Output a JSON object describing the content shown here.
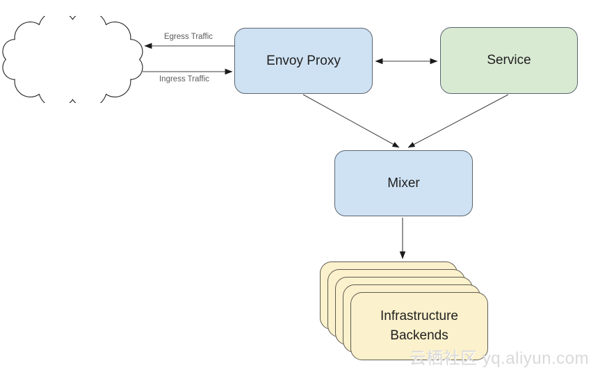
{
  "traffic": {
    "egress_label": "Egress Traffic",
    "ingress_label": "Ingress Traffic"
  },
  "nodes": {
    "envoy": {
      "label": "Envoy Proxy",
      "fill": "#cfe2f3"
    },
    "service": {
      "label": "Service",
      "fill": "#d9ead3"
    },
    "mixer": {
      "label": "Mixer",
      "fill": "#cfe2f3"
    },
    "backends": {
      "label": "Infrastructure Backends",
      "fill": "#fbf1cc",
      "stack_count": 5
    }
  },
  "icons": {
    "cloud": "internet-cloud-shape"
  },
  "watermark": {
    "text": "云栖社区 yq.aliyun.com",
    "color": "#d9d9d9"
  },
  "colors": {
    "node_border": "#5a646e",
    "arrow": "#3c3c3c",
    "edge_label_text": "#5a5a5a",
    "node_text": "#1f1f1f"
  }
}
